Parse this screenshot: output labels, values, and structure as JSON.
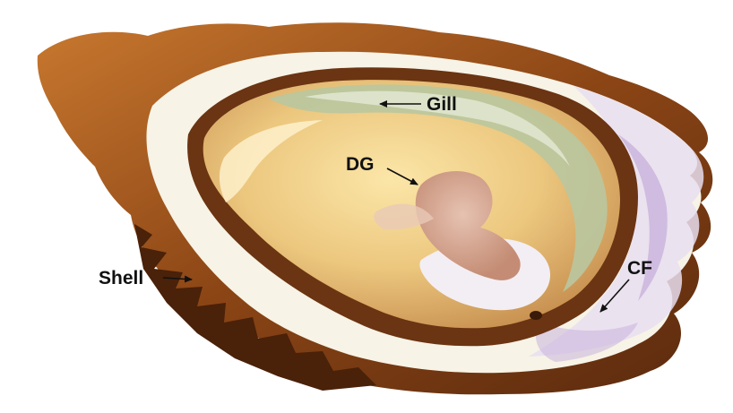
{
  "labels": {
    "gill": "Gill",
    "dg": "DG",
    "shell": "Shell",
    "cf": "CF"
  },
  "colors": {
    "shell_dark": "#5a2a0e",
    "shell_brown": "#a0561f",
    "shell_orange": "#c8782f",
    "nacre": "#f7f3e6",
    "mantle_edge": "#f3eef4",
    "lavender": "#c9b3dc",
    "body_yellow": "#ecc77e",
    "gill_green": "#b9c6a0",
    "digestive_gland": "#cf9d86",
    "label_text": "#111111"
  }
}
